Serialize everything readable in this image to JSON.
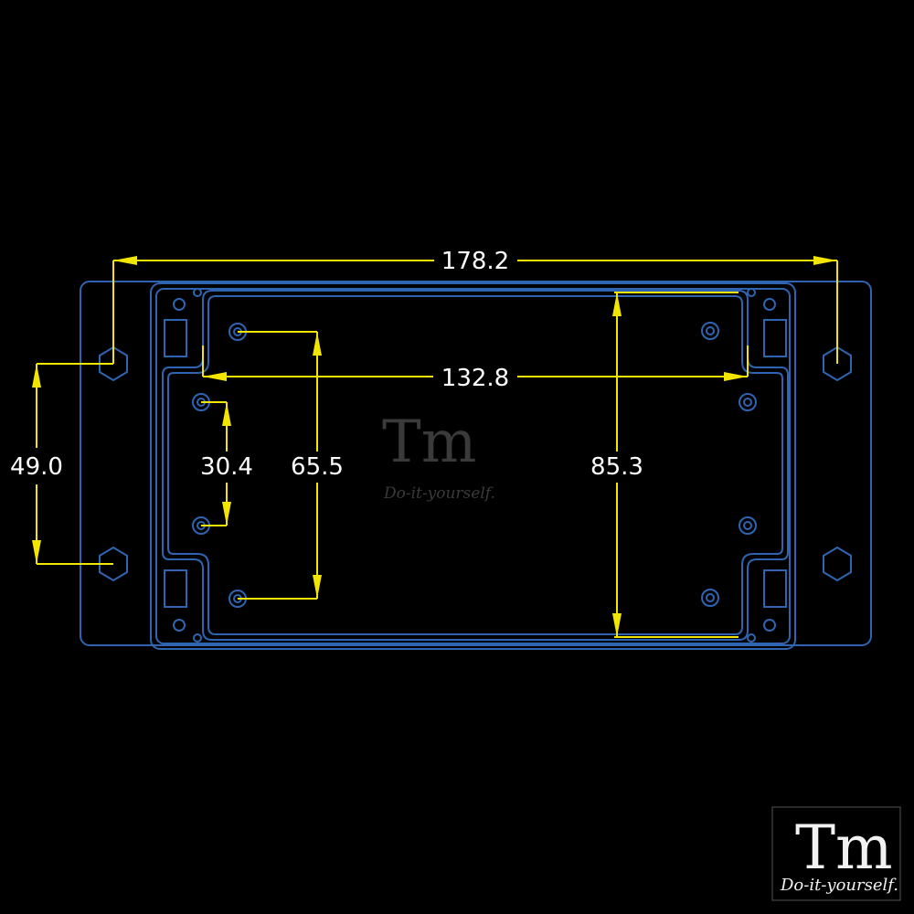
{
  "colors": {
    "background": "#000000",
    "outline": "#2f64b0",
    "dimension_line": "#f2e600",
    "dimension_text": "#ffffff"
  },
  "dimensions": {
    "overall_width": "178.2",
    "inner_width": "132.8",
    "outer_hole_spacing": "49.0",
    "inner_hole_spacing_small": "30.4",
    "inner_hole_spacing_large": "65.5",
    "inner_height": "85.3"
  },
  "watermark": {
    "mark": "Tm",
    "tagline": "Do-it-yourself."
  },
  "logo": {
    "mark": "Tm",
    "tagline": "Do-it-yourself."
  }
}
